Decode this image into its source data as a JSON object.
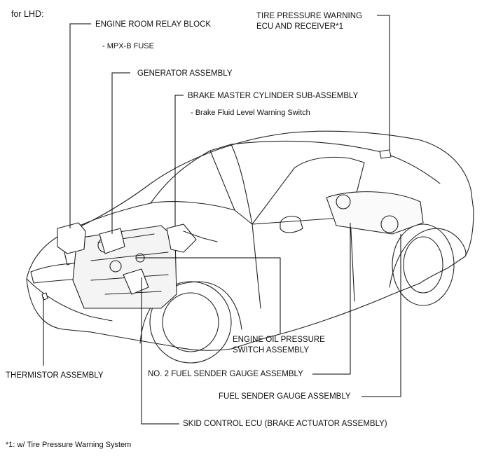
{
  "header": "for LHD:",
  "labels": {
    "engine_room_relay_block": "ENGINE ROOM RELAY BLOCK",
    "mpx_b_fuse": "- MPX-B FUSE",
    "generator_assembly": "GENERATOR ASSEMBLY",
    "brake_master_cylinder": "BRAKE MASTER CYLINDER SUB-ASSEMBLY",
    "brake_fluid_switch": "- Brake Fluid Level Warning Switch",
    "tpw_ecu_line1": "TIRE PRESSURE WARNING",
    "tpw_ecu_line2": "ECU AND RECEIVER*1",
    "engine_oil_line1": "ENGINE OIL PRESSURE",
    "engine_oil_line2": "SWITCH ASSEMBLY",
    "no2_fuel_sender": "NO. 2 FUEL SENDER GAUGE ASSEMBLY",
    "fuel_sender": "FUEL SENDER GAUGE ASSEMBLY",
    "thermistor": "THERMISTOR ASSEMBLY",
    "skid_control_ecu": "SKID CONTROL ECU (BRAKE ACTUATOR ASSEMBLY)"
  },
  "footnote": "*1: w/ Tire Pressure Warning System"
}
